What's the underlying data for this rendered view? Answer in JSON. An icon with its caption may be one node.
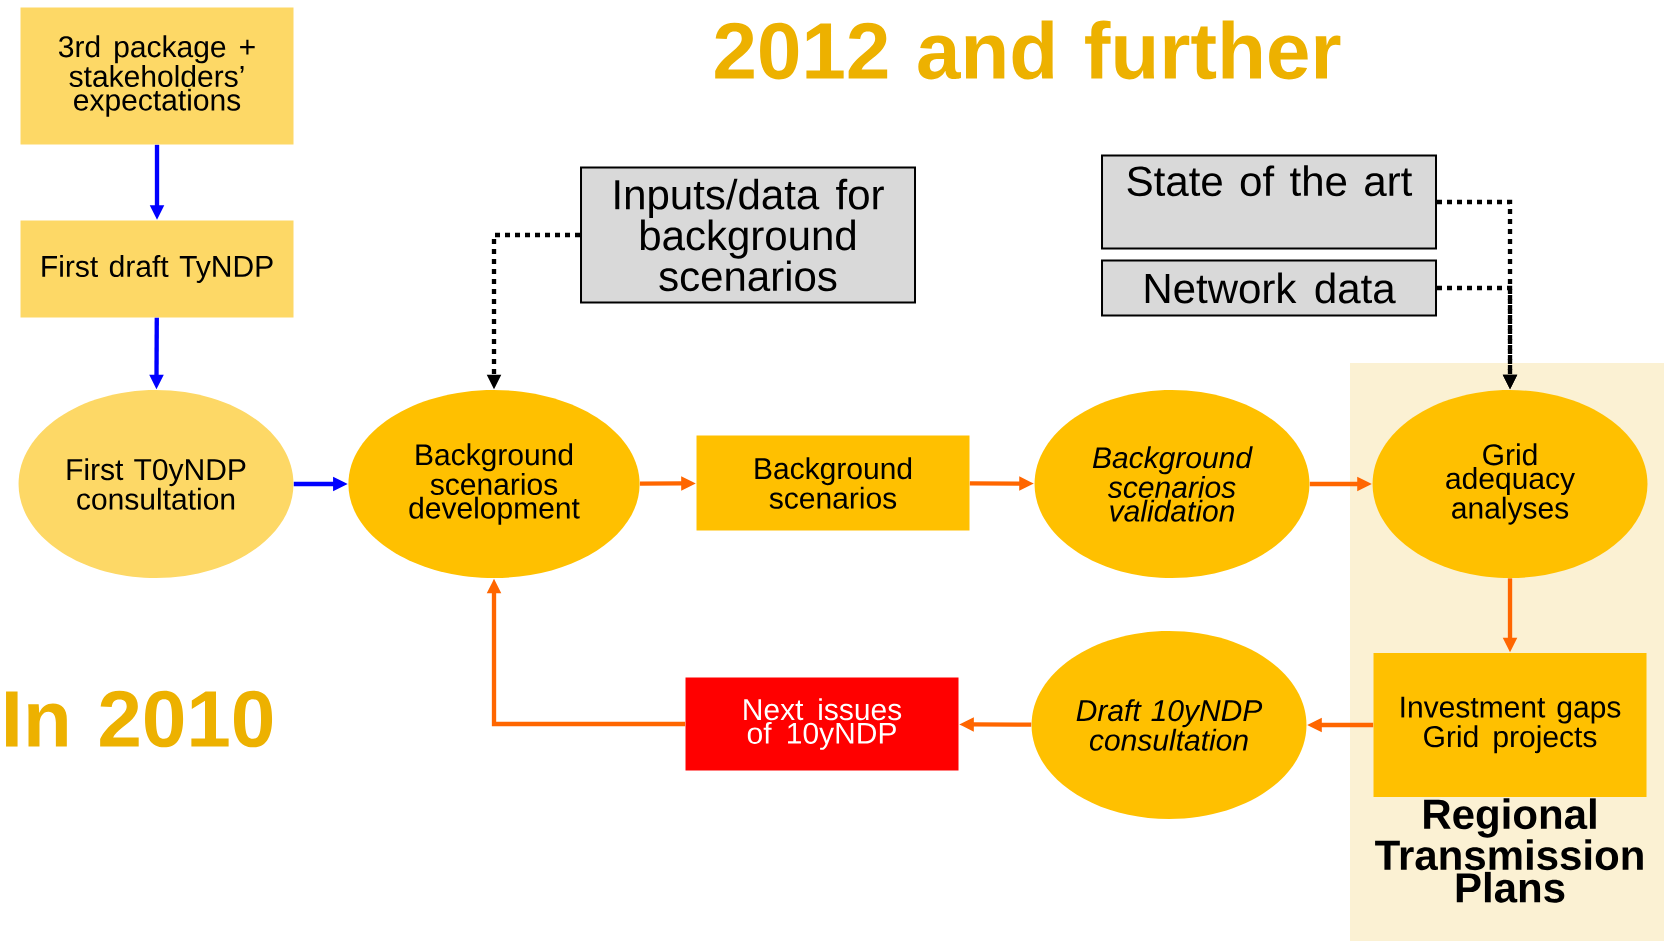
{
  "diagram": {
    "title": "2012 and further",
    "nodes": [
      {
        "text": [
          "3rd package + stakeholders’ expectations"
        ]
      },
      {
        "text": [
          "First draft TyNDP"
        ]
      },
      {
        "text": [
          "First T0yNDP consultation"
        ]
      },
      {
        "text": [
          "Background scenarios development"
        ]
      },
      {
        "text": [
          "Inputs/data for background scenarios"
        ]
      },
      {
        "text": [
          "Background scenarios"
        ]
      },
      {
        "text": [
          "Background scenarios validation"
        ]
      },
      {
        "text": [
          "State of the art"
        ]
      },
      {
        "text": [
          "Network data"
        ]
      },
      {
        "text": [
          "Regional Transmission Plans"
        ]
      },
      {
        "text": [
          "Grid adequacy analyses"
        ],
        "in": 9
      },
      {
        "text": [
          "Investment gaps Grid projects"
        ],
        "in": 9
      },
      {
        "text": [
          "Draft 10yNDP consultation"
        ]
      },
      {
        "text": [
          "Next issues of 10yNDP"
        ]
      }
    ],
    "edges": [
      {
        "from": 0,
        "to": 1,
        "arrow": "to",
        "color": "#0000ff"
      },
      {
        "from": 1,
        "to": 2,
        "arrow": "to",
        "color": "#0000ff"
      },
      {
        "from": 2,
        "to": 3,
        "arrow": "to",
        "color": "#0000ff"
      },
      {
        "from": 4,
        "to": 3,
        "arrow": "to",
        "style": "dashed",
        "color": "#000000"
      },
      {
        "from": 3,
        "to": 5,
        "arrow": "to"
      },
      {
        "from": 5,
        "to": 6,
        "arrow": "to"
      },
      {
        "from": 6,
        "to": 10,
        "arrow": "to"
      },
      {
        "from": 7,
        "to": 10,
        "arrow": "to",
        "style": "dashed",
        "color": "#000000"
      },
      {
        "from": 8,
        "to": 10,
        "arrow": "to",
        "style": "dashed",
        "color": "#000000"
      },
      {
        "from": 10,
        "to": 11,
        "arrow": "to"
      },
      {
        "from": 11,
        "to": 12,
        "arrow": "to"
      },
      {
        "from": 12,
        "to": 13,
        "arrow": "to"
      },
      {
        "from": 13,
        "to": 3,
        "arrow": "to"
      }
    ],
    "labels": [
      "In 2010"
    ]
  }
}
